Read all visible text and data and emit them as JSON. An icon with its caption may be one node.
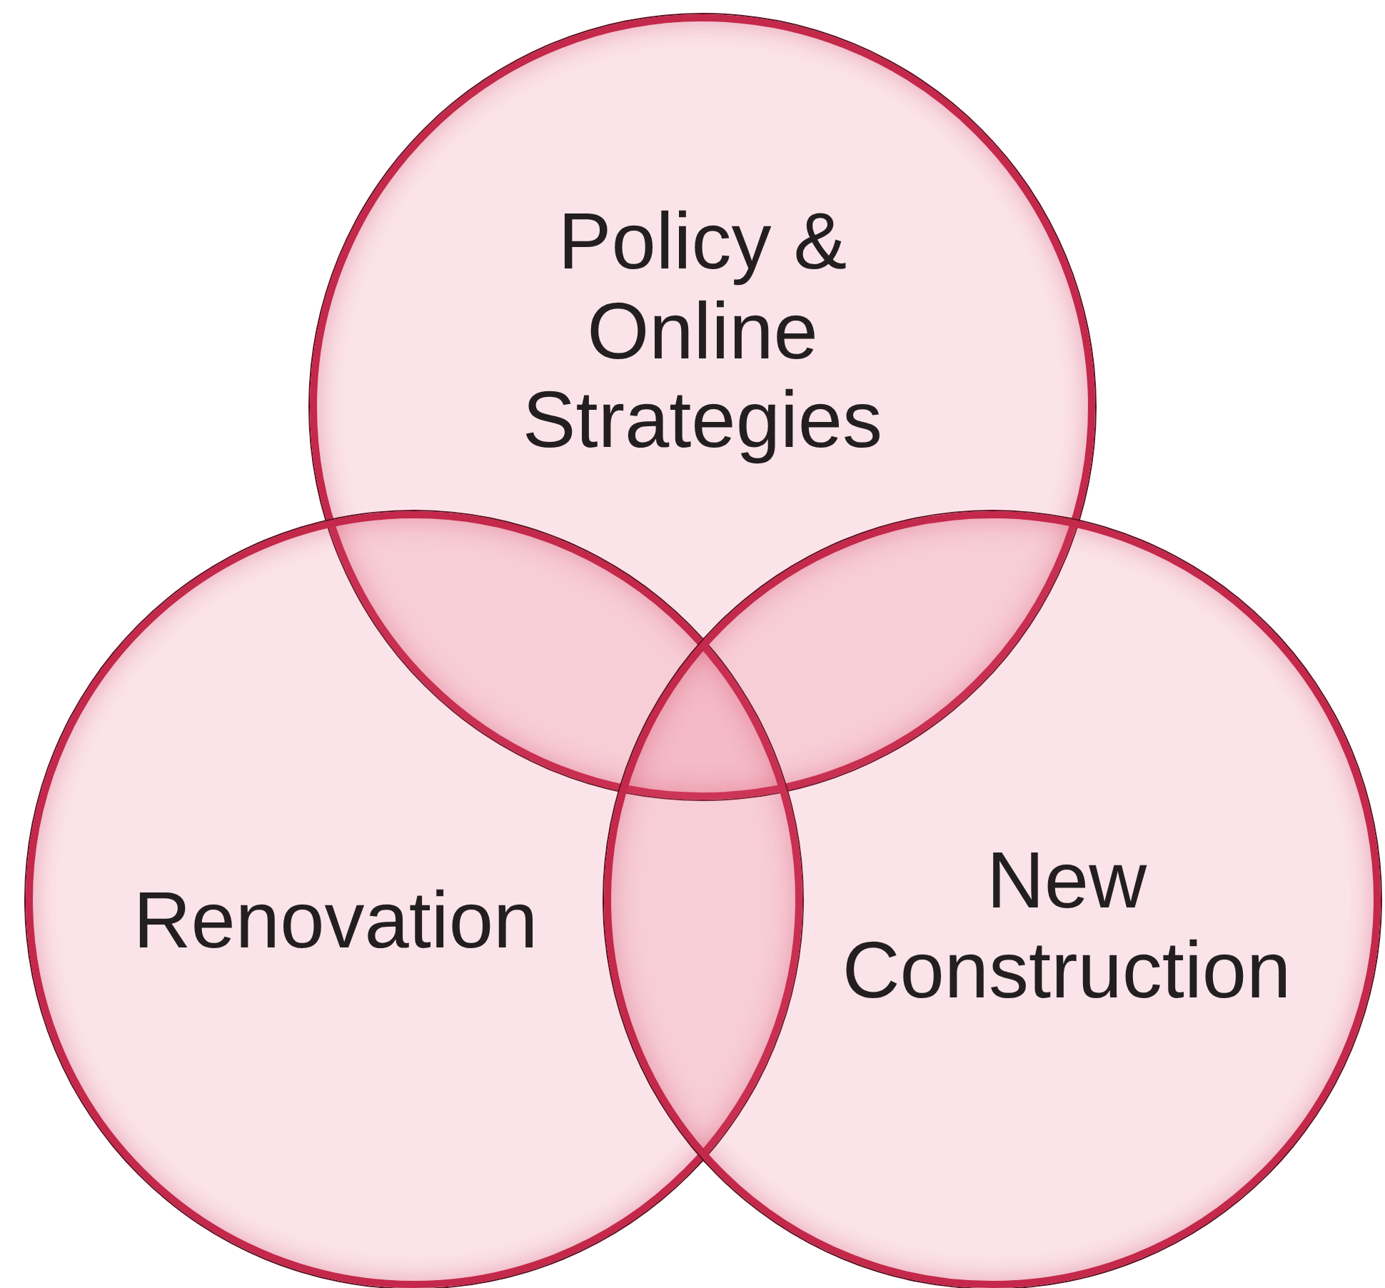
{
  "diagram": {
    "nodes": [
      {
        "text": [
          "Policy & Online Strategies"
        ]
      },
      {
        "text": [
          "Renovation"
        ]
      },
      {
        "text": [
          "New Construction"
        ]
      }
    ]
  }
}
